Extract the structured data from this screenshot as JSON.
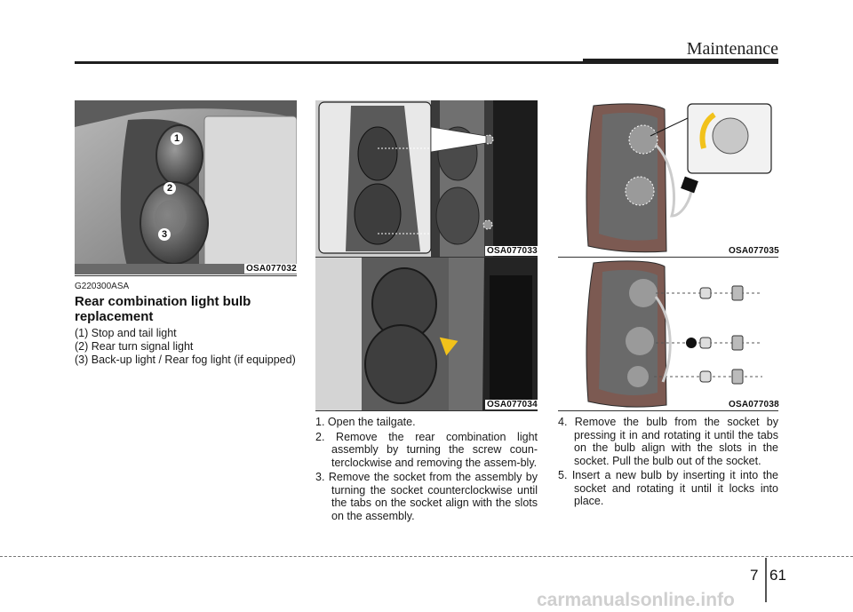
{
  "header": {
    "title": "Maintenance"
  },
  "figures": {
    "fig1": {
      "code": "OSA077032",
      "callouts": [
        "1",
        "2",
        "3"
      ]
    },
    "fig2": {
      "code": "OSA077033"
    },
    "fig3": {
      "code": "OSA077034"
    },
    "fig4": {
      "code": "OSA077035"
    },
    "fig5": {
      "code": "OSA077038"
    }
  },
  "section": {
    "code": "G220300ASA",
    "title": "Rear combination light bulb replacement",
    "items": [
      "(1) Stop and tail light",
      "(2) Rear turn signal light",
      "(3) Back-up light / Rear fog light (if equipped)"
    ]
  },
  "steps_middle": [
    "1. Open the tailgate.",
    "2. Remove the rear combination light assembly by turning the screw coun-terclockwise and removing the assem-bly.",
    "3. Remove the socket from the assembly by turning the socket counterclockwise until the tabs on the socket align with the slots on the assembly."
  ],
  "steps_right": [
    "4. Remove the bulb from the socket by pressing it in and rotating it until the tabs on the bulb align with the slots in the socket. Pull the bulb out of the socket.",
    "5. Insert a new bulb by inserting it into the socket and rotating it until it locks into place."
  ],
  "footer": {
    "chapter": "7",
    "page": "61",
    "watermark": "carmanualsonline.info"
  },
  "colors": {
    "arrow_yellow": "#f2c21b",
    "rule": "#1e1e1e"
  }
}
